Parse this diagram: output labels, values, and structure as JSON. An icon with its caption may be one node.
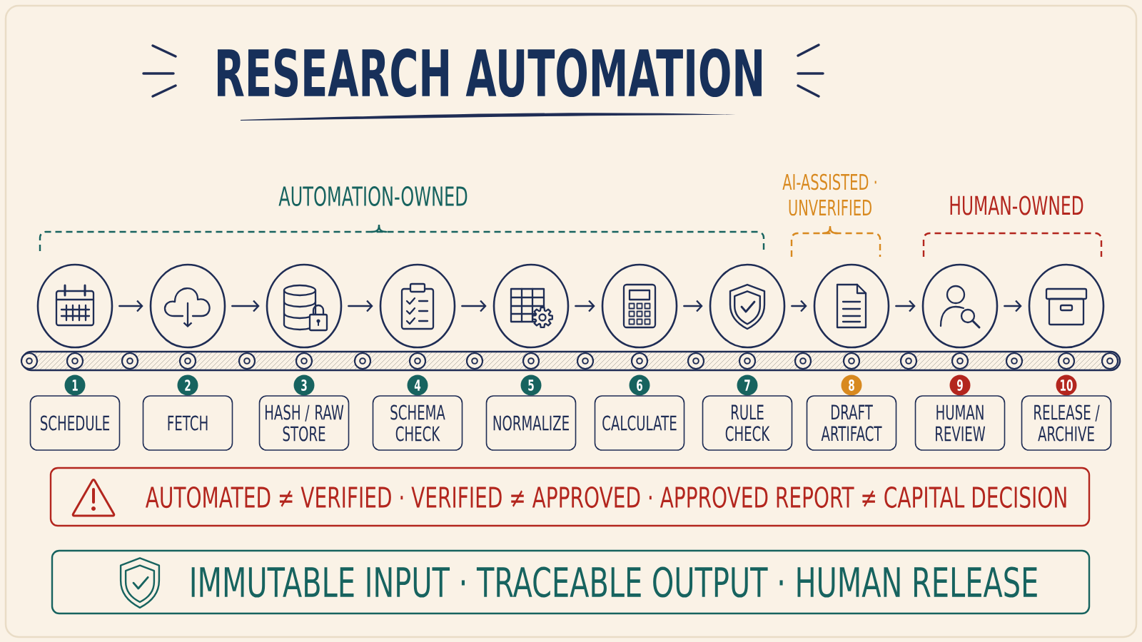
{
  "diagram": {
    "title": "RESEARCH AUTOMATION",
    "nodes": [
      {
        "text": [],
        "shape": "circle"
      },
      {
        "text": [],
        "shape": "circle"
      },
      {
        "text": [],
        "shape": "circle"
      },
      {
        "text": [],
        "shape": "circle"
      },
      {
        "text": [],
        "shape": "circle"
      },
      {
        "text": [],
        "shape": "circle"
      },
      {
        "text": [],
        "shape": "circle"
      },
      {
        "text": [],
        "shape": "circle"
      },
      {
        "text": [],
        "shape": "circle"
      },
      {
        "text": [],
        "shape": "circle"
      },
      {
        "text": [
          "1"
        ]
      },
      {
        "text": [
          "2"
        ]
      },
      {
        "text": [
          "3"
        ]
      },
      {
        "text": [
          "4"
        ]
      },
      {
        "text": [
          "5"
        ]
      },
      {
        "text": [
          "6"
        ]
      },
      {
        "text": [
          "7"
        ]
      },
      {
        "text": [
          "8"
        ]
      },
      {
        "text": [
          "9"
        ]
      },
      {
        "text": [
          "10"
        ]
      },
      {
        "text": [
          "SCHEDULE"
        ]
      },
      {
        "text": [
          "FETCH"
        ]
      },
      {
        "text": [
          "HASH / RAW STORE"
        ]
      },
      {
        "text": [
          "SCHEMA CHECK"
        ]
      },
      {
        "text": [
          "NORMALIZE"
        ]
      },
      {
        "text": [
          "CALCULATE"
        ]
      },
      {
        "text": [
          "RULE CHECK"
        ]
      },
      {
        "text": [
          "DRAFT ARTIFACT"
        ]
      },
      {
        "text": [
          "HUMAN REVIEW"
        ]
      },
      {
        "text": [
          "RELEASE / ARCHIVE"
        ]
      },
      {
        "text": [
          "AUTOMATED ≠ VERIFIED · VERIFIED ≠ APPROVED · APPROVED REPORT ≠ CAPITAL DECISION"
        ]
      },
      {
        "text": [
          "IMMUTABLE INPUT · TRACEABLE OUTPUT · HUMAN RELEASE"
        ]
      }
    ],
    "edges": [
      {
        "from": 0,
        "to": 1,
        "arrow": "to"
      },
      {
        "from": 1,
        "to": 2,
        "arrow": "to"
      },
      {
        "from": 2,
        "to": 3,
        "arrow": "to"
      },
      {
        "from": 3,
        "to": 4,
        "arrow": "to"
      },
      {
        "from": 4,
        "to": 5,
        "arrow": "to"
      },
      {
        "from": 5,
        "to": 6,
        "arrow": "to"
      },
      {
        "from": 6,
        "to": 7,
        "arrow": "to"
      },
      {
        "from": 7,
        "to": 8,
        "arrow": "to"
      },
      {
        "from": 8,
        "to": 9,
        "arrow": "to"
      }
    ],
    "labels": [
      "AUTOMATION-OWNED",
      "AI-ASSISTED · UNVERIFIED",
      "HUMAN-OWNED"
    ]
  }
}
